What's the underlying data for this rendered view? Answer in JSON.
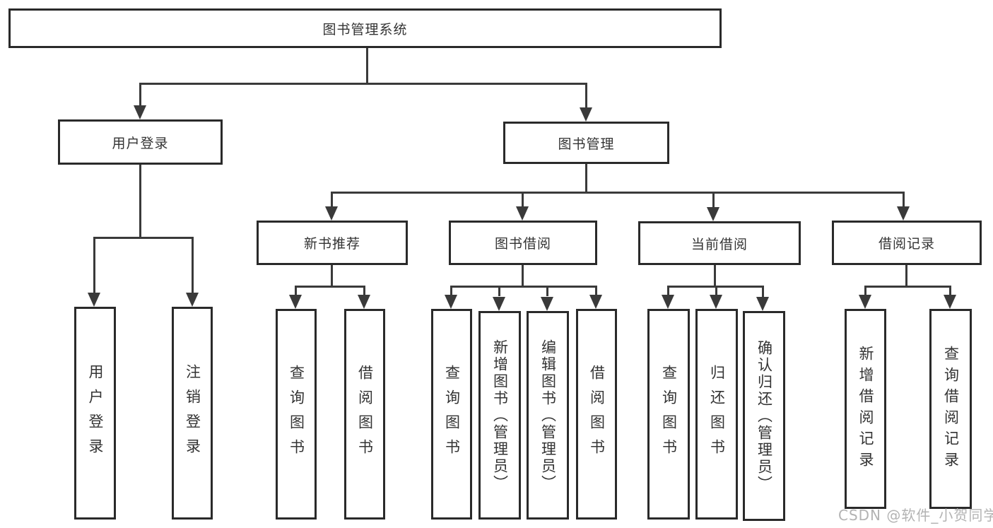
{
  "tree": {
    "label": "图书管理系统",
    "children": [
      {
        "label": "用户登录",
        "children": [
          {
            "label": "用户登录"
          },
          {
            "label": "注销登录"
          }
        ]
      },
      {
        "label": "图书管理",
        "children": [
          {
            "label": "新书推荐",
            "children": [
              {
                "label": "查询图书"
              },
              {
                "label": "借阅图书"
              }
            ]
          },
          {
            "label": "图书借阅",
            "children": [
              {
                "label": "查询图书"
              },
              {
                "label": "新增图书（管理员）"
              },
              {
                "label": "编辑图书（管理员）"
              },
              {
                "label": "借阅图书"
              }
            ]
          },
          {
            "label": "当前借阅",
            "children": [
              {
                "label": "查询图书"
              },
              {
                "label": "归还图书"
              },
              {
                "label": "确认归还（管理员）"
              }
            ]
          },
          {
            "label": "借阅记录",
            "children": [
              {
                "label": "新增借阅记录"
              },
              {
                "label": "查询借阅记录"
              }
            ]
          }
        ]
      }
    ]
  },
  "watermark": {
    "text": "CSDN @软件_小贺同学"
  },
  "colors": {
    "line": "#3a3a3a",
    "box_border": "#2a2a2a",
    "text": "#333333",
    "background": "#ffffff",
    "watermark": "#b3b3b3"
  }
}
